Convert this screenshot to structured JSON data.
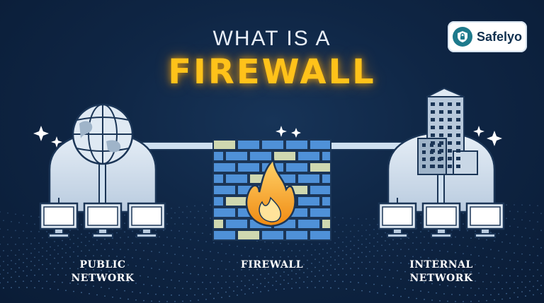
{
  "title": {
    "line1": "WHAT IS A",
    "line2": "FIREWALL"
  },
  "logo": {
    "text": "Safelyo",
    "icon": "shield-lock-icon"
  },
  "nodes": [
    {
      "id": "public",
      "line1": "PUBLIC",
      "line2": "NETWORK",
      "icon": "globe-icon"
    },
    {
      "id": "firewall",
      "line1": "FIREWALL",
      "icon": "brick-wall-flame-icon"
    },
    {
      "id": "internal",
      "line1": "INTERNAL",
      "line2": "NETWORK",
      "icon": "office-building-icon"
    }
  ],
  "colors": {
    "background": "#0f2645",
    "title_text": "#e8eef7",
    "accent": "#ffc21a",
    "bubble": "#d5e2ef",
    "connector": "#cfe0f0",
    "brick_blue": "#4f91d8",
    "brick_cream": "#cfd8b0",
    "flame": "#f5a623"
  }
}
